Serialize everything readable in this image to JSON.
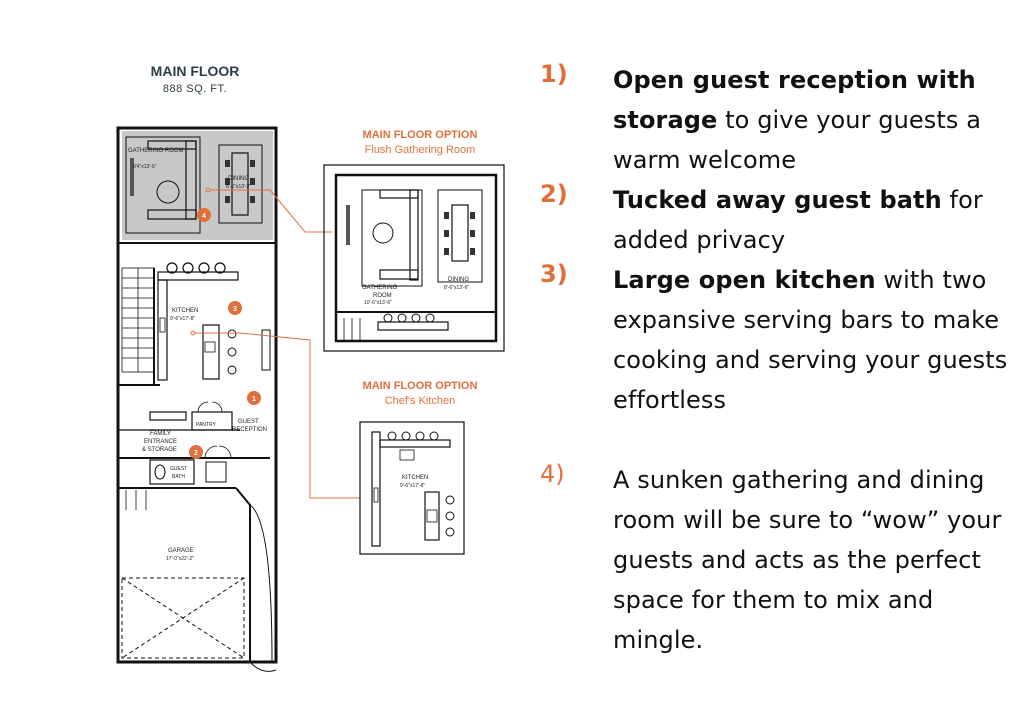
{
  "floor_title": "MAIN FLOOR",
  "floor_area": "888 SQ. FT.",
  "option1": {
    "title": "MAIN FLOOR OPTION",
    "subtitle": "Flush Gathering Room"
  },
  "option2": {
    "title": "MAIN FLOOR OPTION",
    "subtitle": "Chef's Kitchen"
  },
  "rooms": {
    "gathering": "GATHERING ROOM",
    "gathering_dim": "9'4\"x13'-6\"",
    "dining": "DINING",
    "dining_dim": "8'-6\"x13'-2\"",
    "kitchen": "KITCHEN",
    "kitchen_dim": "9'-6\"x17'-8\"",
    "pantry": "PANTRY",
    "guest_reception_1": "GUEST",
    "guest_reception_2": "RECEPTION",
    "family_1": "FAMILY",
    "family_2": "ENTRANCE",
    "family_3": "& STORAGE",
    "guest_bath_1": "GUEST",
    "guest_bath_2": "BATH",
    "garage": "GARAGE",
    "garage_dim": "17'-0\"x22'-2\""
  },
  "option1_rooms": {
    "gathering_1": "GATHERING",
    "gathering_2": "ROOM",
    "gathering_dim": "10'-6\"x13'-6\"",
    "dining": "DINING",
    "dining_dim": "8'-6\"x13'-6\""
  },
  "option2_rooms": {
    "kitchen": "KITCHEN",
    "kitchen_dim": "9'-6\"x17'-8\""
  },
  "markers": [
    "1",
    "2",
    "3",
    "4"
  ],
  "colors": {
    "accent": "#e0703a",
    "title": "#2d3e47",
    "sunken": "#c8c8c8"
  },
  "features": [
    {
      "num": "1)",
      "bold": "Open guest reception with storage",
      "rest": " to give your guests a warm welcome"
    },
    {
      "num": "2)",
      "bold": "Tucked away guest bath",
      "rest": " for added privacy"
    },
    {
      "num": "3)",
      "bold": "Large open kitchen",
      "rest": " with two expansive serving bars to make cooking and serving your guests effortless"
    },
    {
      "num": "4)",
      "bold": "",
      "rest": "A sunken gathering and dining room will be sure to “wow” your guests and acts as the perfect space for them to mix and mingle."
    }
  ]
}
